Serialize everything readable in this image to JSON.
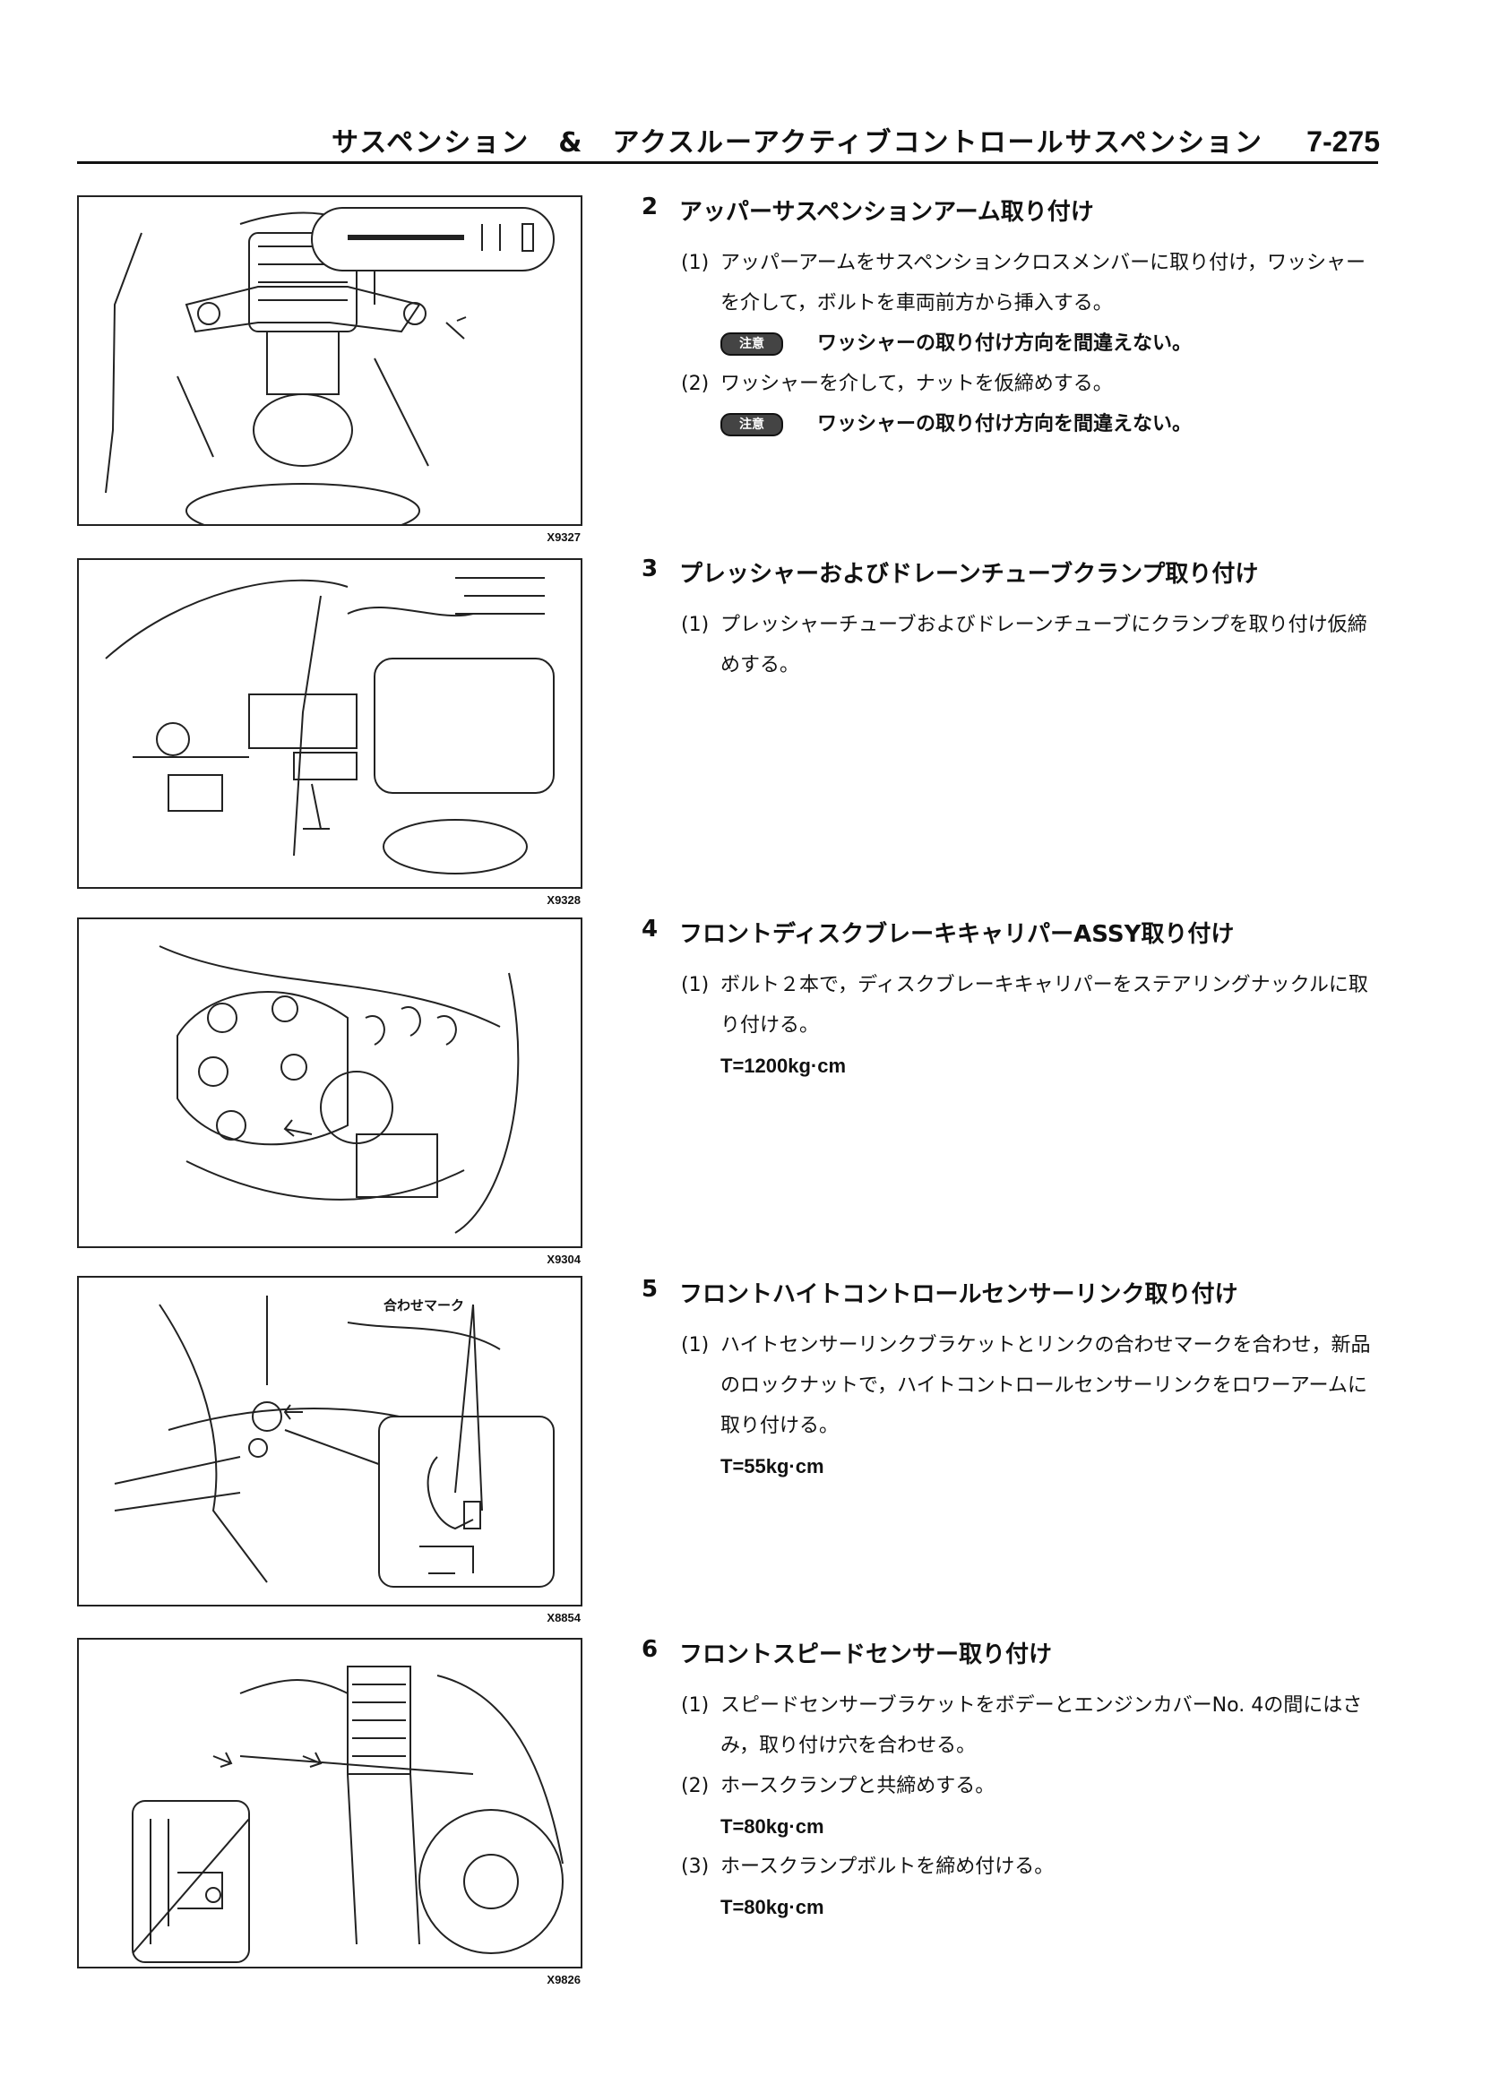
{
  "header": {
    "title": "サスペンション　&　アクスルーアクティブコントロールサスペンション",
    "page_number": "7-275"
  },
  "figures": [
    {
      "code": "X9327"
    },
    {
      "code": "X9328"
    },
    {
      "code": "X9304"
    },
    {
      "code": "X8854",
      "callout": "合わせマーク"
    },
    {
      "code": "X9826"
    }
  ],
  "caution_badge": "注意",
  "steps": [
    {
      "num": "2",
      "title": "アッパーサスペンションアーム取り付け",
      "items": [
        {
          "num": "(1)",
          "text": "アッパーアームをサスペンションクロスメンバーに取り付け，ワッシャーを介して，ボルトを車両前方から挿入する。",
          "caution": "ワッシャーの取り付け方向を間違えない。"
        },
        {
          "num": "(2)",
          "text": "ワッシャーを介して，ナットを仮締めする。",
          "caution": "ワッシャーの取り付け方向を間違えない。"
        }
      ]
    },
    {
      "num": "3",
      "title": "プレッシャーおよびドレーンチューブクランプ取り付け",
      "items": [
        {
          "num": "(1)",
          "text": "プレッシャーチューブおよびドレーンチューブにクランプを取り付け仮締めする。"
        }
      ]
    },
    {
      "num": "4",
      "title": "フロントディスクブレーキキャリパーASSY取り付け",
      "items": [
        {
          "num": "(1)",
          "text": "ボルト２本で，ディスクブレーキキャリパーをステアリングナックルに取り付ける。",
          "torque": "T=1200kg·cm"
        }
      ]
    },
    {
      "num": "5",
      "title": "フロントハイトコントロールセンサーリンク取り付け",
      "items": [
        {
          "num": "(1)",
          "text": "ハイトセンサーリンクブラケットとリンクの合わせマークを合わせ，新品のロックナットで，ハイトコントロールセンサーリンクをロワーアームに取り付ける。",
          "torque": "T=55kg·cm"
        }
      ]
    },
    {
      "num": "6",
      "title": "フロントスピードセンサー取り付け",
      "items": [
        {
          "num": "(1)",
          "text": "スピードセンサーブラケットをボデーとエンジンカバーNo. 4の間にはさみ，取り付け穴を合わせる。"
        },
        {
          "num": "(2)",
          "text": "ホースクランプと共締めする。",
          "torque": "T=80kg·cm"
        },
        {
          "num": "(3)",
          "text": "ホースクランプボルトを締め付ける。",
          "torque": "T=80kg·cm"
        }
      ]
    }
  ]
}
